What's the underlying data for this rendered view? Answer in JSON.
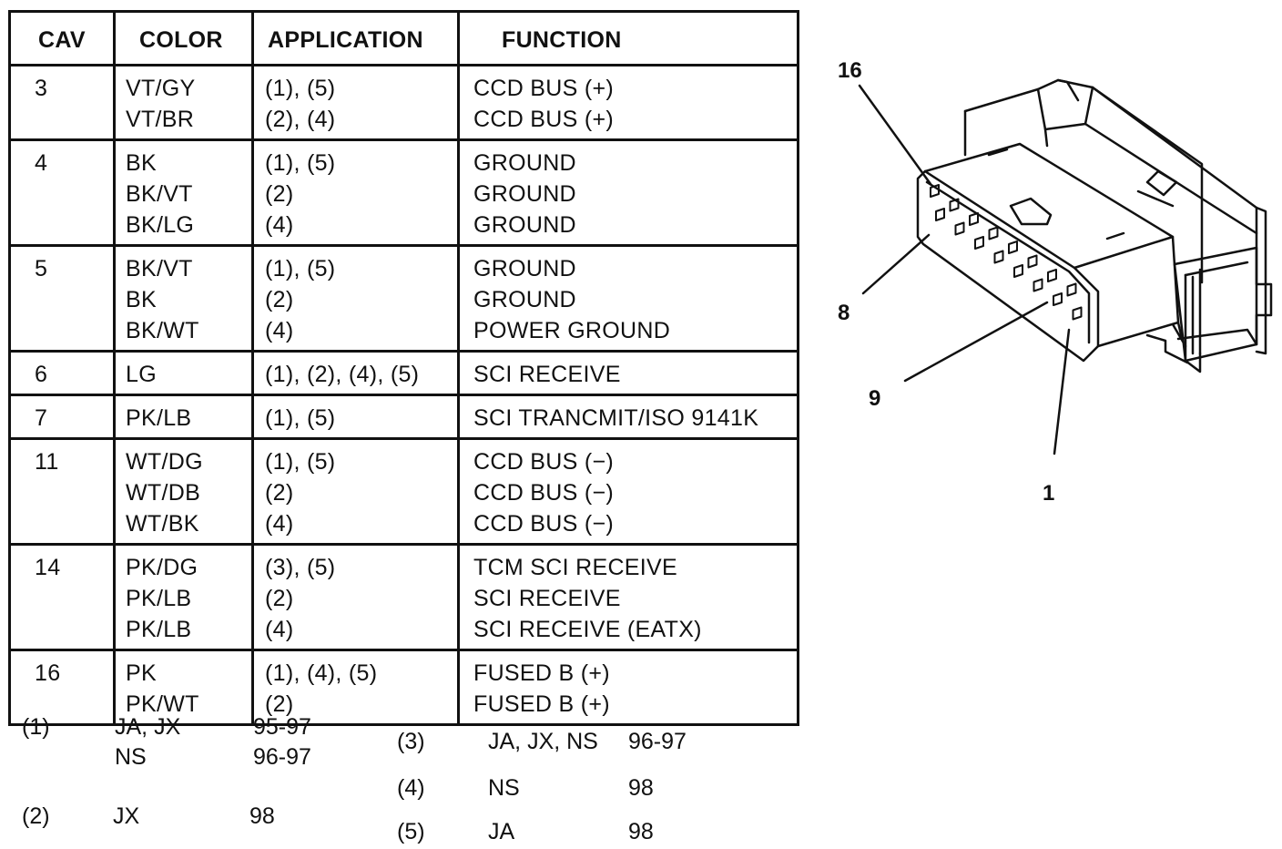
{
  "table": {
    "headers": {
      "cav": "CAV",
      "color": "COLOR",
      "application": "APPLICATION",
      "function": "FUNCTION"
    },
    "rows": [
      {
        "cav": "3",
        "colors": [
          "VT/GY",
          "VT/BR"
        ],
        "applications": [
          "(1), (5)",
          "(2), (4)"
        ],
        "functions": [
          "CCD BUS (+)",
          "CCD BUS (+)"
        ]
      },
      {
        "cav": "4",
        "colors": [
          "BK",
          "BK/VT",
          "BK/LG"
        ],
        "applications": [
          "(1), (5)",
          "(2)",
          "(4)"
        ],
        "functions": [
          "GROUND",
          "GROUND",
          "GROUND"
        ]
      },
      {
        "cav": "5",
        "colors": [
          "BK/VT",
          "BK",
          "BK/WT"
        ],
        "applications": [
          "(1), (5)",
          "(2)",
          "(4)"
        ],
        "functions": [
          "GROUND",
          "GROUND",
          "POWER GROUND"
        ]
      },
      {
        "cav": "6",
        "colors": [
          "LG"
        ],
        "applications": [
          "(1), (2), (4), (5)"
        ],
        "functions": [
          "SCI RECEIVE"
        ]
      },
      {
        "cav": "7",
        "colors": [
          "PK/LB"
        ],
        "applications": [
          "(1), (5)"
        ],
        "functions": [
          "SCI TRANCMIT/ISO 9141K"
        ]
      },
      {
        "cav": "11",
        "colors": [
          "WT/DG",
          "WT/DB",
          "WT/BK"
        ],
        "applications": [
          "(1), (5)",
          "(2)",
          "(4)"
        ],
        "functions": [
          "CCD BUS (−)",
          "CCD BUS (−)",
          "CCD BUS (−)"
        ]
      },
      {
        "cav": "14",
        "colors": [
          "PK/DG",
          "PK/LB",
          "PK/LB"
        ],
        "applications": [
          "(3), (5)",
          "(2)",
          "(4)"
        ],
        "functions": [
          "TCM SCI RECEIVE",
          "SCI RECEIVE",
          "SCI RECEIVE (EATX)"
        ]
      },
      {
        "cav": "16",
        "colors": [
          "PK",
          "PK/WT"
        ],
        "applications": [
          "(1), (4), (5)",
          "(2)"
        ],
        "functions": [
          "FUSED B (+)",
          "FUSED B (+)"
        ]
      }
    ]
  },
  "footnotes": {
    "n1": {
      "key": "(1)",
      "models_a": "JA, JX",
      "years_a": "95-97",
      "models_b": "NS",
      "years_b": "96-97"
    },
    "n2": {
      "key": "(2)",
      "models": "JX",
      "years": "98"
    },
    "n3": {
      "key": "(3)",
      "models": "JA, JX, NS",
      "years": "96-97"
    },
    "n4": {
      "key": "(4)",
      "models": "NS",
      "years": "98"
    },
    "n5": {
      "key": "(5)",
      "models": "JA",
      "years": "98"
    }
  },
  "connector": {
    "pin_labels": {
      "pin16": "16",
      "pin8": "8",
      "pin9": "9",
      "pin1": "1"
    }
  }
}
